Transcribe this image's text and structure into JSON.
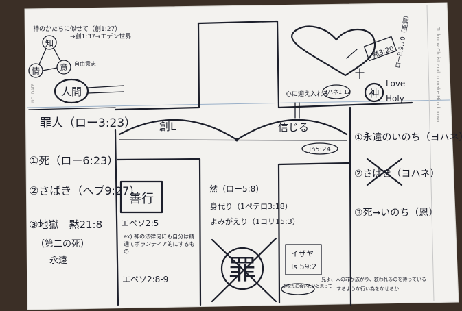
{
  "top_left": {
    "line1": "神のかたちに似せて（創1:27）",
    "line2": "→創1:37→エデン世界",
    "circle_1": "知",
    "circle_2": "情",
    "circle_3": "意",
    "side_label": "自由意志",
    "person": "人間",
    "stamp": "NO. DATE"
  },
  "left_column": {
    "title": "罪人（ロー3:23）",
    "item1": "①死（ロー6:23）",
    "item2": "②さばき（ヘブ9:27）",
    "item3": "③地獄　黙21:8",
    "item3_sub": "（第二の死）",
    "item3_sub2": "永遠"
  },
  "center": {
    "arch_left": "創L",
    "arch_right": "信じる",
    "ref": "Jn5:24",
    "box_label": "善行",
    "eph1": "エペソ2:5",
    "example": "ex) 神の法律何にも自分は精通てボランティア的にするもの",
    "eph2": "エペソ2:8-9",
    "cross_title": "然（ロー5:8）",
    "cross_line1": "身代り（1ペテロ3:18）",
    "cross_line2": "よみがえり（1コリ15:3）",
    "sin": "罪",
    "ijah_title": "イザヤ",
    "ijah_ref": "Is 59:2",
    "bottom_note1": "あなたに会いたいと思って",
    "bottom_note2": "見よ、人の罪が広がり、救われるのを待っている",
    "bottom_note3": "するような行い為をなせるか"
  },
  "top_right": {
    "love": "Love",
    "holy": "Holy",
    "god": "神",
    "ref1": "黙3:20",
    "ref2": "ロー8:9,10（聖霊）",
    "cross_label": "心に迎え入れる",
    "badge": "ヨハネ1:12",
    "side_text": "To know Christ and to make Him known"
  },
  "right_column": {
    "item1": "①永遠のいのち（ヨハネ）",
    "item2": "②さばき（ヨハネ）",
    "item3": "③死→いのち（恩）"
  }
}
